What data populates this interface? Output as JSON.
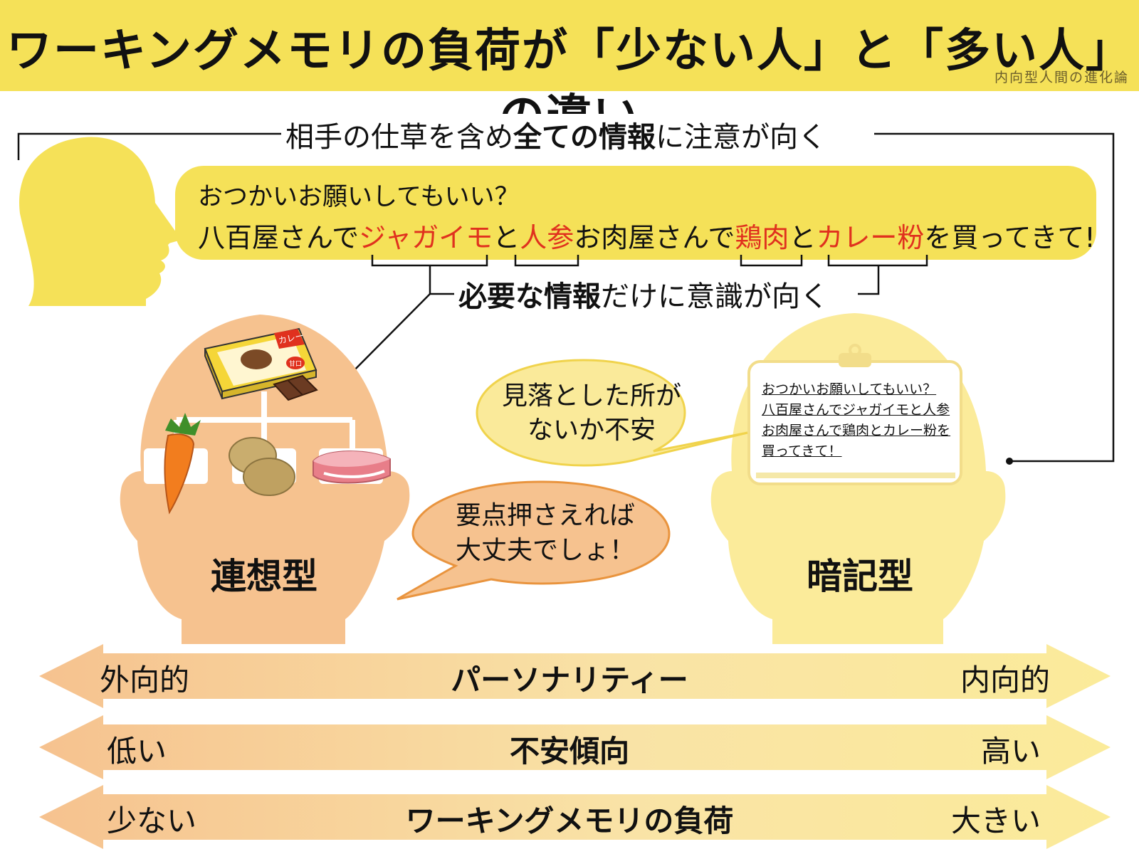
{
  "title": "ワーキングメモリの負荷が「少ない人」と「多い人」の違い",
  "brand": "内向型人間の進化論",
  "top_caption": {
    "pre": "相手の仕草を含め",
    "bold": "全ての情報",
    "post": "に注意が向く"
  },
  "speech": {
    "line1": "おつかいお願いしてもいい？",
    "line2_parts": [
      {
        "text": "八百屋さんで",
        "highlight": false
      },
      {
        "text": "ジャガイモ",
        "highlight": true
      },
      {
        "text": "と",
        "highlight": false
      },
      {
        "text": "人参",
        "highlight": true
      },
      {
        "text": "お肉屋さんで",
        "highlight": false
      },
      {
        "text": "鶏肉",
        "highlight": true
      },
      {
        "text": "と",
        "highlight": false
      },
      {
        "text": "カレー粉",
        "highlight": true
      },
      {
        "text": "を買ってきて!",
        "highlight": false
      }
    ]
  },
  "mid_caption": {
    "bold": "必要な情報",
    "post": "だけに意識が向く"
  },
  "curry_box": {
    "label": "カレー",
    "badge": "甘口"
  },
  "left_head": {
    "label": "連想型",
    "bubble": [
      "要点押さえれば",
      "大丈夫でしょ！"
    ]
  },
  "right_head": {
    "label": "暗記型",
    "bubble": "見落とした所がないか不安",
    "memo": [
      "おつかいお願いしてもいい？",
      "八百屋さんでジャガイモと人参",
      "お肉屋さんで鶏肉とカレー粉を",
      "買ってきて！"
    ]
  },
  "scales": [
    {
      "left": "外向的",
      "center": "パーソナリティー",
      "right": "内向的"
    },
    {
      "left": "低い",
      "center": "不安傾向",
      "right": "高い"
    },
    {
      "left": "少ない",
      "center": "ワーキングメモリの負荷",
      "right": "大きい"
    }
  ],
  "colors": {
    "yellow": "#f5e158",
    "orange_head": "#f6c28f",
    "yellow_head": "#fbeb9a",
    "highlight": "#e0311e"
  },
  "icons": [
    "face-silhouette",
    "curry-box-icon",
    "chocolate-icon",
    "carrot-icon",
    "potato-icon",
    "meat-icon",
    "clipboard-icon"
  ]
}
